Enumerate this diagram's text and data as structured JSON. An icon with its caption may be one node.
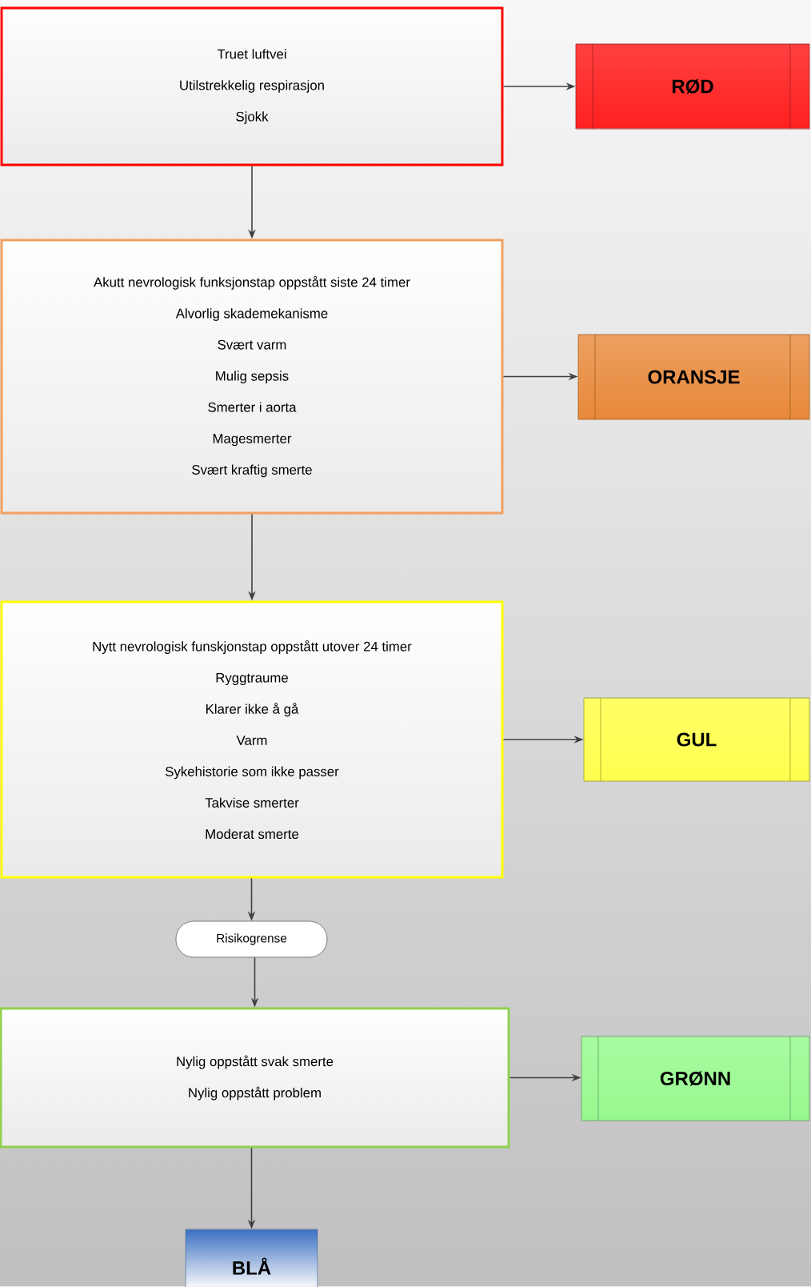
{
  "diagram": {
    "nodes": [
      {
        "text": [
          "Truet luftvei",
          "Utilstrekkelig respirasjon",
          "Sjokk"
        ]
      },
      {
        "text": [
          "RØD"
        ]
      },
      {
        "text": [
          "Akutt nevrologisk funksjonstap oppstått siste 24 timer",
          "Alvorlig skademekanisme",
          "Svært varm",
          "Mulig sepsis",
          "Smerter i aorta",
          "Magesmerter",
          "Svært kraftig smerte"
        ]
      },
      {
        "text": [
          "ORANSJE"
        ]
      },
      {
        "text": [
          "Nytt nevrologisk funskjonstap oppstått utover 24 timer",
          "Ryggtraume",
          "Klarer ikke å gå",
          "Varm",
          "Sykehistorie som ikke passer",
          "Takvise smerter",
          "Moderat smerte"
        ]
      },
      {
        "text": [
          "GUL"
        ]
      },
      {
        "text": [
          "Risikogrense"
        ]
      },
      {
        "text": [
          "Nylig oppstått svak smerte",
          "Nylig oppstått problem"
        ]
      },
      {
        "text": [
          "GRØNN"
        ]
      },
      {
        "text": [
          "BLÅ"
        ]
      }
    ],
    "edges": [
      {
        "from": 0,
        "to": 1,
        "arrow": "to"
      },
      {
        "from": 0,
        "to": 2,
        "arrow": "to"
      },
      {
        "from": 2,
        "to": 3,
        "arrow": "to"
      },
      {
        "from": 2,
        "to": 4,
        "arrow": "to"
      },
      {
        "from": 4,
        "to": 5,
        "arrow": "to"
      },
      {
        "from": 4,
        "to": 6,
        "arrow": "to"
      },
      {
        "from": 6,
        "to": 7,
        "arrow": "to"
      },
      {
        "from": 7,
        "to": 8,
        "arrow": "to"
      },
      {
        "from": 7,
        "to": 9,
        "arrow": "to"
      }
    ]
  }
}
